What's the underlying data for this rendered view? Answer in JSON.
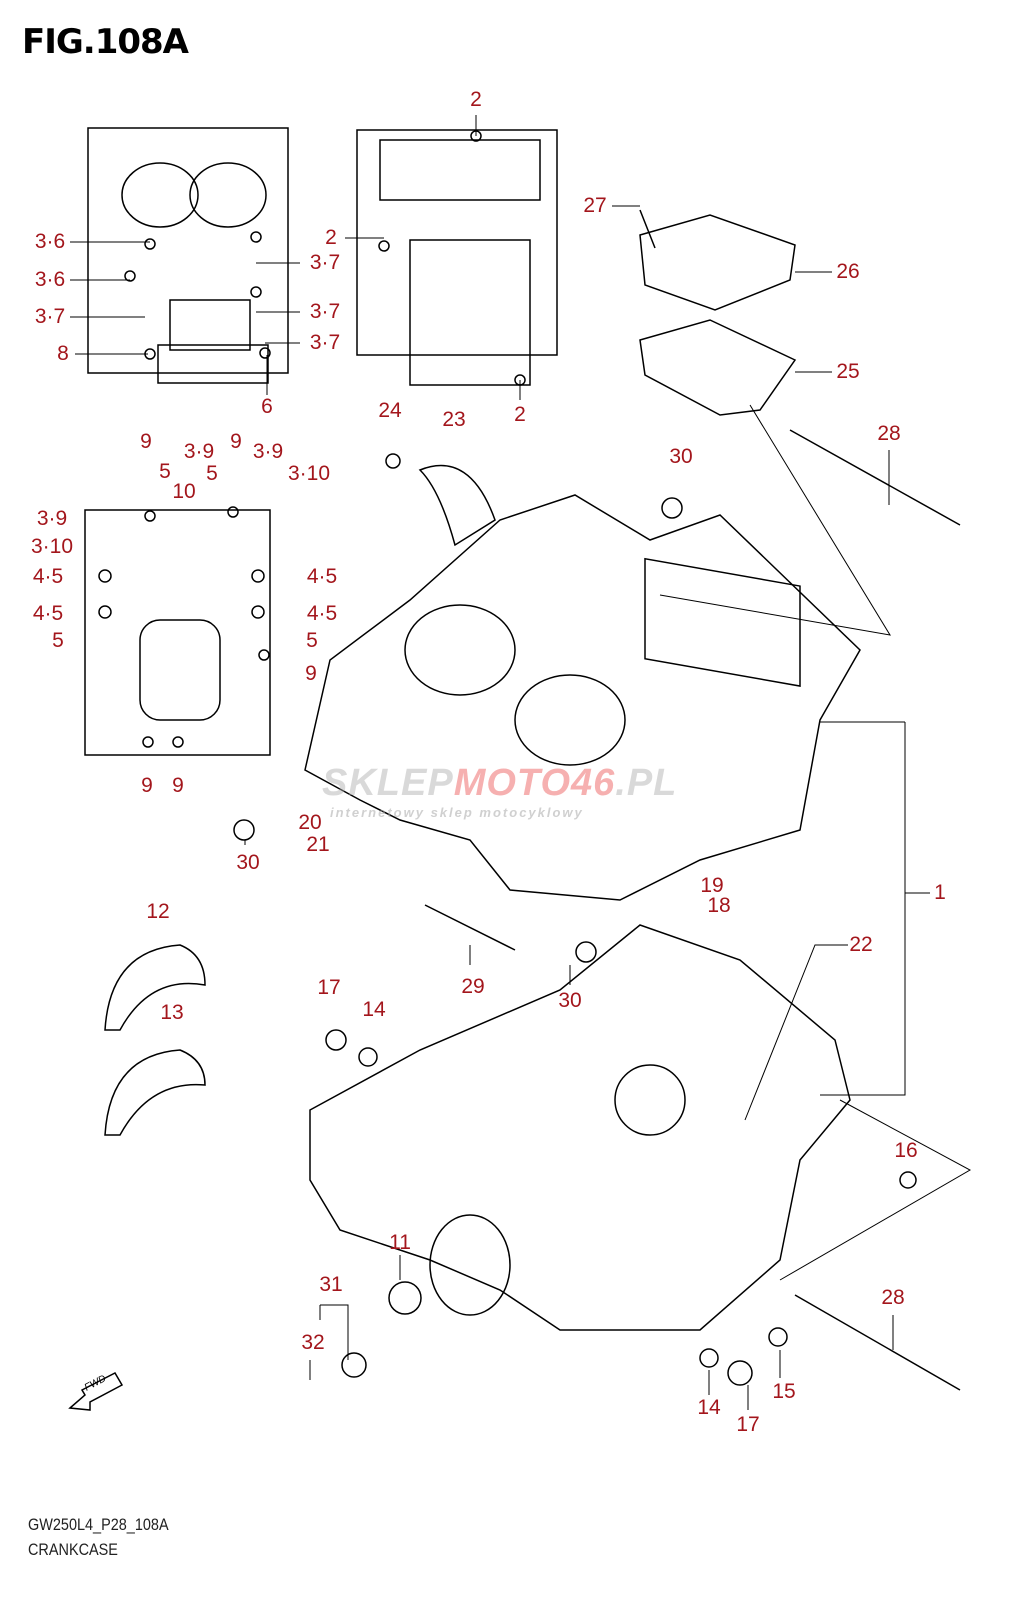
{
  "figure": {
    "title": "FIG.108A"
  },
  "footer": {
    "code": "GW250L4_P28_108A",
    "name": "CRANKCASE"
  },
  "watermark": {
    "text_a": "SKLEP",
    "text_b": "MOTO46",
    "text_c": ".PL",
    "tagline": "internetowy sklep motocyklowy"
  },
  "colors": {
    "callout": "#a3161c",
    "line": "#000000"
  },
  "direction_icon": {
    "label": "FWD"
  },
  "callouts": [
    "2",
    "2",
    "2",
    "27",
    "26",
    "25",
    "3·6",
    "3·6",
    "3·7",
    "8",
    "3·7",
    "3·7",
    "3·7",
    "6",
    "24",
    "23",
    "28",
    "30",
    "9",
    "3·9",
    "9",
    "3·9",
    "3·10",
    "5",
    "5",
    "10",
    "3·9",
    "3·10",
    "4·5",
    "4·5",
    "5",
    "4·5",
    "4·5",
    "5",
    "9",
    "9",
    "9",
    "30",
    "20",
    "21",
    "19",
    "18",
    "1",
    "12",
    "22",
    "17",
    "14",
    "29",
    "30",
    "13",
    "16",
    "11",
    "31",
    "28",
    "32",
    "14",
    "15",
    "17"
  ]
}
